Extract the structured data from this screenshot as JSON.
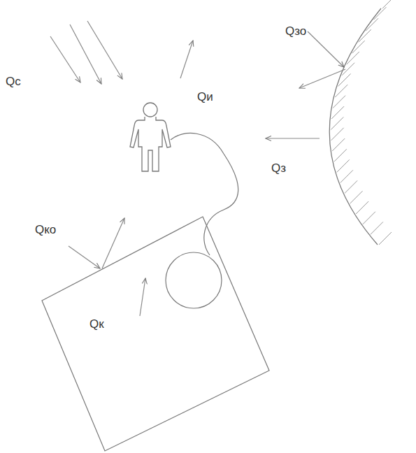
{
  "diagram": {
    "labels": [
      "Qс",
      "Qи",
      "Qзо",
      "Qз",
      "Qко",
      "Qк"
    ]
  }
}
